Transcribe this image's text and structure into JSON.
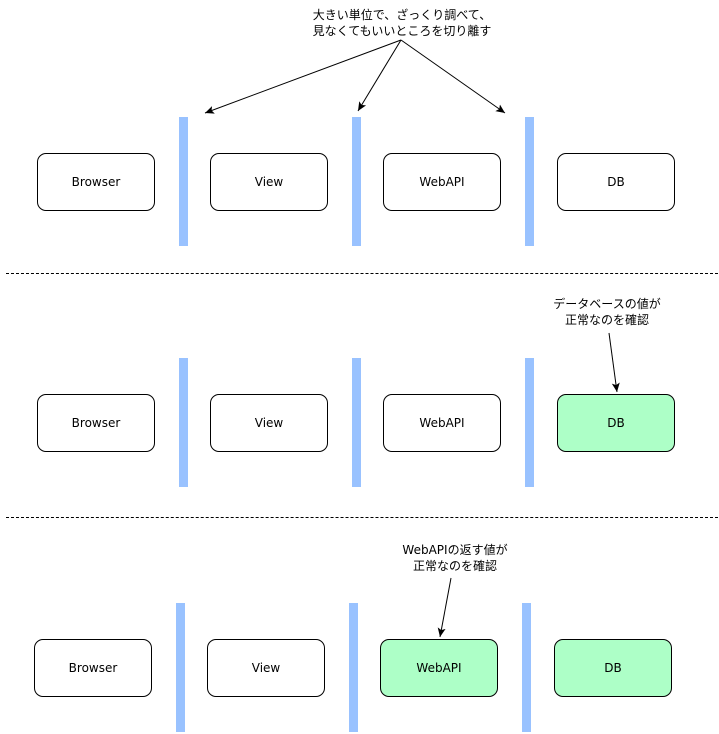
{
  "colors": {
    "bar": "#99c2ff",
    "ok_node": "#adffc7",
    "node": "#ffffff",
    "line": "#000000"
  },
  "rows": [
    {
      "nodes": [
        {
          "label": "Browser",
          "state": "normal"
        },
        {
          "label": "View",
          "state": "normal"
        },
        {
          "label": "WebAPI",
          "state": "normal"
        },
        {
          "label": "DB",
          "state": "normal"
        }
      ],
      "note": {
        "line1": "大きい単位で、ざっくり調べて、",
        "line2": "見なくてもいいところを切り離す"
      }
    },
    {
      "nodes": [
        {
          "label": "Browser",
          "state": "normal"
        },
        {
          "label": "View",
          "state": "normal"
        },
        {
          "label": "WebAPI",
          "state": "normal"
        },
        {
          "label": "DB",
          "state": "ok"
        }
      ],
      "note": {
        "line1": "データベースの値が",
        "line2": "正常なのを確認"
      }
    },
    {
      "nodes": [
        {
          "label": "Browser",
          "state": "normal"
        },
        {
          "label": "View",
          "state": "normal"
        },
        {
          "label": "WebAPI",
          "state": "ok"
        },
        {
          "label": "DB",
          "state": "ok"
        }
      ],
      "note": {
        "line1": "WebAPIの返す値が",
        "line2": "正常なのを確認"
      }
    }
  ]
}
